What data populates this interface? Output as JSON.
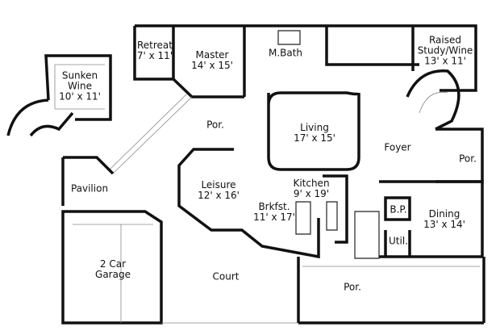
{
  "rooms": {
    "retreat": {
      "name": "Retreat",
      "size": "7' x 11'"
    },
    "master": {
      "name": "Master",
      "size": "14' x 15'"
    },
    "mbath": {
      "name": "M.Bath"
    },
    "study": {
      "name1": "Raised",
      "name2": "Study/Wine",
      "size": "13' x 11'"
    },
    "wine": {
      "name1": "Sunken",
      "name2": "Wine",
      "size": "10' x 11'"
    },
    "porch_west": {
      "name": "Por."
    },
    "living": {
      "name": "Living",
      "size": "17' x 15'"
    },
    "foyer": {
      "name": "Foyer"
    },
    "porch_east": {
      "name": "Por."
    },
    "pavilion": {
      "name": "Pavilion"
    },
    "leisure": {
      "name": "Leisure",
      "size": "12' x 16'"
    },
    "kitchen": {
      "name": "Kitchen",
      "size": "9' x 19'"
    },
    "brkfst": {
      "name": "Brkfst.",
      "size": "11' x 17'"
    },
    "bp": {
      "name": "B.P."
    },
    "dining": {
      "name": "Dining",
      "size": "13' x 14'"
    },
    "util": {
      "name": "Util."
    },
    "garage": {
      "name1": "2 Car",
      "name2": "Garage"
    },
    "court": {
      "name": "Court"
    },
    "porch_south": {
      "name": "Por."
    }
  }
}
